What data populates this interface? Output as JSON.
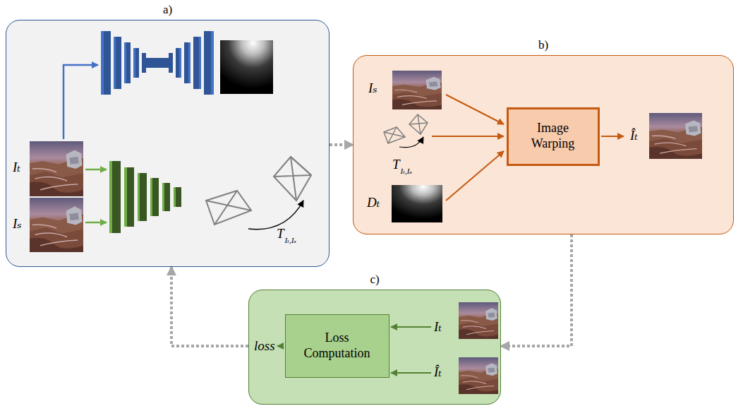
{
  "diagram": {
    "nodes": [
      {
        "text": [
          "a)"
        ]
      },
      {
        "text": [
          "b)"
        ]
      },
      {
        "text": [
          "Image Warping"
        ],
        "in": 1
      },
      {
        "text": [
          "c)"
        ]
      },
      {
        "text": [
          "Loss Computation"
        ],
        "in": 3
      }
    ],
    "edges": [
      {
        "from": 0,
        "to": 1,
        "arrow": "to"
      },
      {
        "from": 1,
        "to": 3,
        "arrow": "to"
      },
      {
        "from": 3,
        "to": 0,
        "arrow": "to"
      }
    ],
    "labels": [
      "Iₜ",
      "Iₛ",
      "T",
      "Iₜ,Iₛ",
      "Iₛ",
      "T",
      "Iₜ,Iₛ",
      "Dₜ",
      "Îₜ",
      "loss",
      "Iₜ",
      "Îₜ"
    ]
  }
}
